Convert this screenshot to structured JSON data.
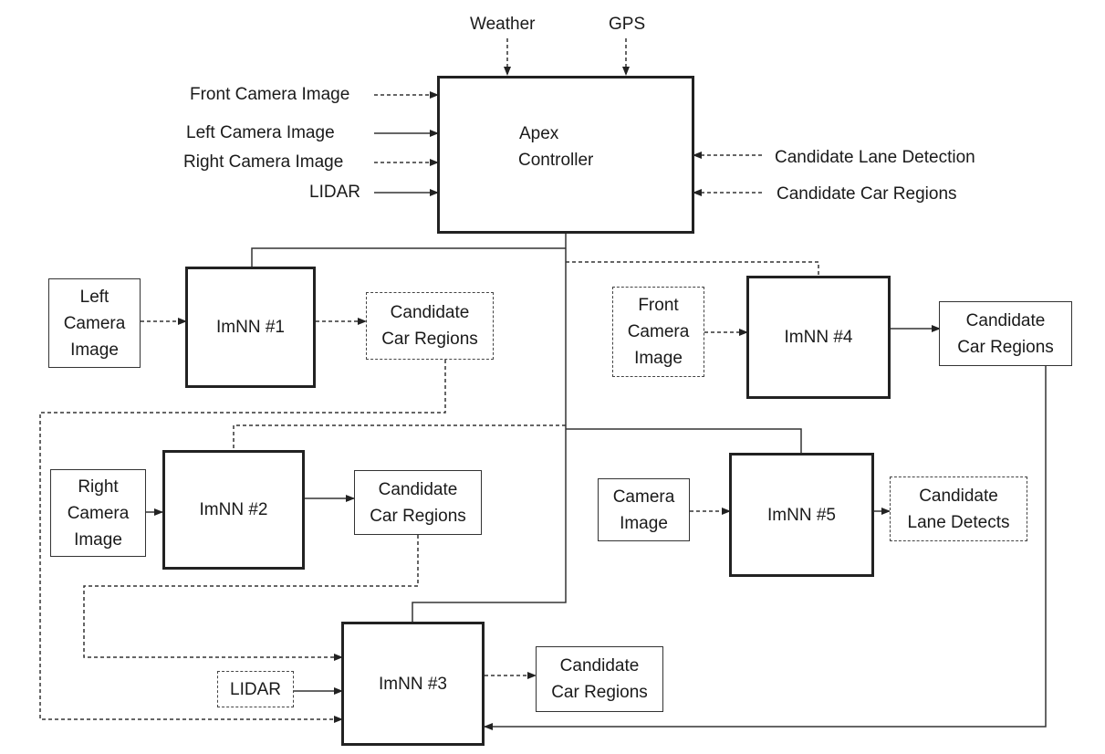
{
  "controller": {
    "line1": "Apex",
    "line2": "Controller",
    "inputs_top": {
      "weather": "Weather",
      "gps": "GPS"
    },
    "inputs_left": {
      "front": "Front Camera Image",
      "left": "Left Camera Image",
      "right": "Right Camera Image",
      "lidar": "LIDAR"
    },
    "inputs_right": {
      "lane": "Candidate Lane Detection",
      "car": "Candidate Car Regions"
    }
  },
  "nets": {
    "imnn1": "ImNN #1",
    "imnn2": "ImNN #2",
    "imnn3": "ImNN #3",
    "imnn4": "ImNN #4",
    "imnn5": "ImNN #5"
  },
  "sources": {
    "left_cam": [
      "Left",
      "Camera",
      "Image"
    ],
    "right_cam": [
      "Right",
      "Camera",
      "Image"
    ],
    "front_cam": [
      "Front",
      "Camera",
      "Image"
    ],
    "camera": [
      "Camera",
      "Image"
    ],
    "lidar": "LIDAR"
  },
  "outputs": {
    "car1": [
      "Candidate",
      "Car Regions"
    ],
    "car2": [
      "Candidate",
      "Car Regions"
    ],
    "car3": [
      "Candidate",
      "Car Regions"
    ],
    "car4": [
      "Candidate",
      "Car Regions"
    ],
    "lane5": [
      "Candidate",
      "Lane Detects"
    ]
  }
}
